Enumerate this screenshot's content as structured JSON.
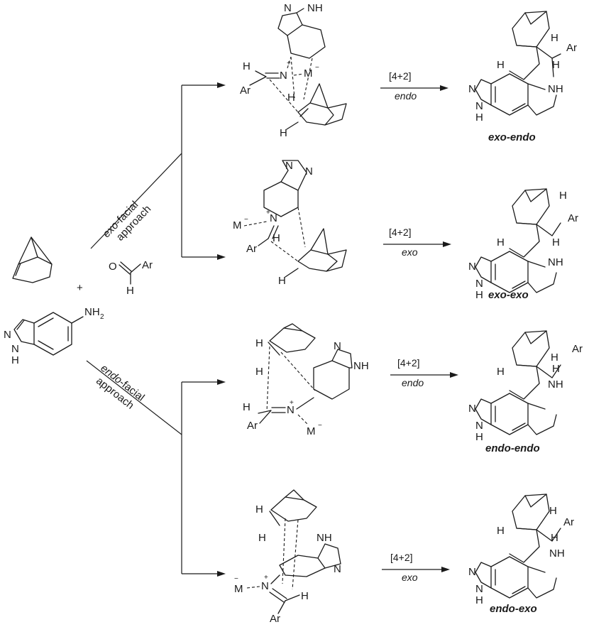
{
  "reactants": {
    "plus": "+",
    "aldehyde": {
      "O": "O",
      "R": "Ar",
      "H": "H"
    },
    "amine": {
      "N": "N",
      "NH": "N",
      "H": "H",
      "NH2": "NH",
      "sub2": "2"
    }
  },
  "approach_labels": {
    "exo": {
      "prefix": "exo",
      "suffix": "-facial",
      "line2": "approach"
    },
    "endo": {
      "prefix": "endo",
      "suffix": "-facial",
      "line2": "approach"
    }
  },
  "atoms": {
    "H": "H",
    "N": "N",
    "NH": "NH",
    "M": "M",
    "Ar": "Ar",
    "plus": "+",
    "minus": "−",
    "HN": "H"
  },
  "rows": [
    {
      "reaction": "[4+2]",
      "mode": "endo",
      "product": "exo-endo"
    },
    {
      "reaction": "[4+2]",
      "mode": "exo",
      "product": "exo-exo"
    },
    {
      "reaction": "[4+2]",
      "mode": "endo",
      "product": "endo-endo"
    },
    {
      "reaction": "[4+2]",
      "mode": "exo",
      "product": "endo-exo"
    }
  ]
}
